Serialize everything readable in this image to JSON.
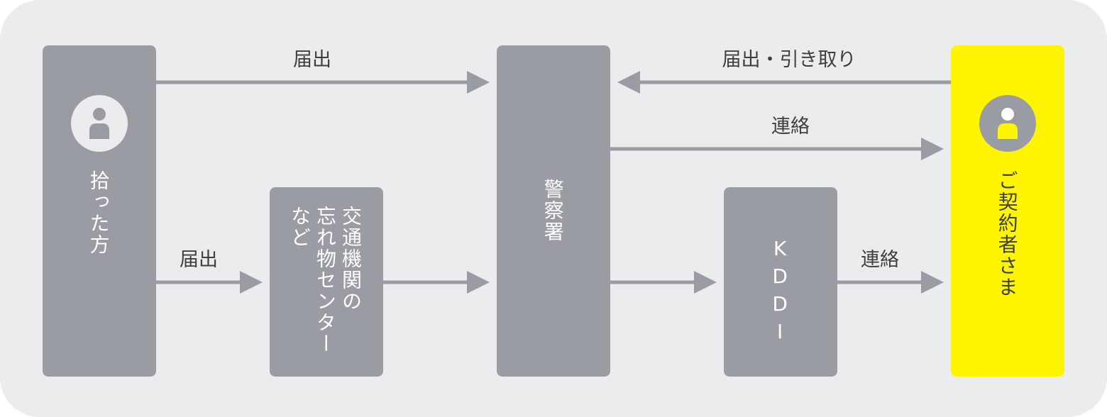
{
  "nodes": {
    "finder": "拾った方",
    "lost_found_center": "交通機関の\n忘れ物センター\nなど",
    "police": "警察署",
    "kddi": "KDDI",
    "customer": "ご契約者さま"
  },
  "edges": {
    "finder_to_police": "届出",
    "finder_to_center": "届出",
    "customer_to_police": "届出・引き取り",
    "police_to_customer": "連絡",
    "kddi_to_customer": "連絡"
  },
  "colors": {
    "background_panel": "#ebeced",
    "node_gray": "#9a9ca3",
    "customer_yellow": "#fff500",
    "arrow": "#9a9ca3",
    "avatar_circle_finder": "#ebeced",
    "avatar_circle_customer": "#9a9ca3"
  },
  "icons": {
    "finder_avatar": "person-icon",
    "customer_avatar": "person-icon"
  }
}
